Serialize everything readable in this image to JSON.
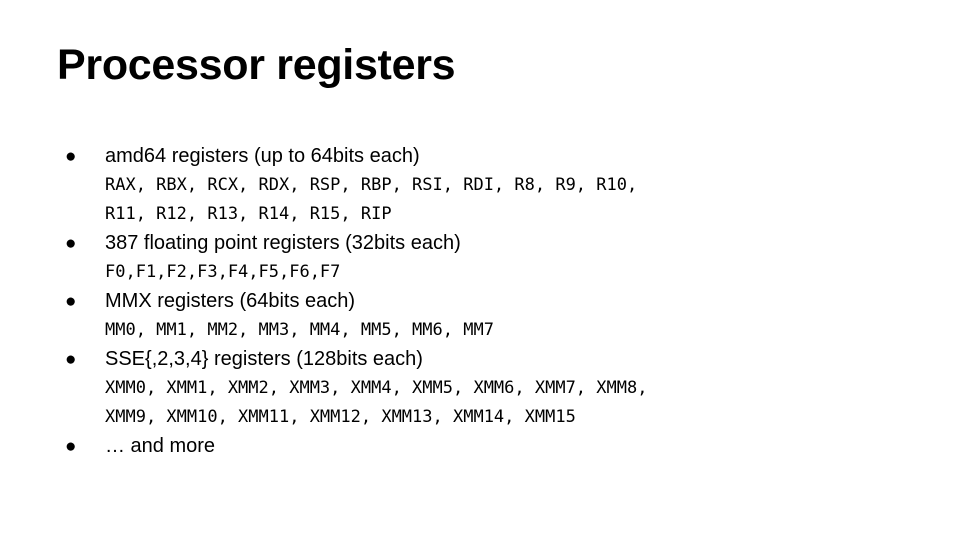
{
  "slide": {
    "title": "Processor registers",
    "background_color": "#ffffff",
    "text_color": "#000000",
    "bullet_glyph": "●",
    "bullets": [
      {
        "label": "amd64 registers (up to 64bits each)",
        "code_lines": [
          "RAX, RBX, RCX, RDX, RSP, RBP, RSI, RDI, R8, R9, R10,",
          "R11, R12, R13, R14, R15, RIP"
        ]
      },
      {
        "label": "387 floating point registers (32bits each)",
        "code_lines": [
          "F0,F1,F2,F3,F4,F5,F6,F7"
        ]
      },
      {
        "label": "MMX registers (64bits each)",
        "code_lines": [
          "MM0, MM1, MM2, MM3, MM4, MM5, MM6, MM7"
        ]
      },
      {
        "label": "SSE{,2,3,4} registers (128bits each)",
        "code_lines": [
          "XMM0, XMM1, XMM2, XMM3, XMM4, XMM5, XMM6, XMM7, XMM8,",
          "XMM9, XMM10, XMM11, XMM12, XMM13, XMM14, XMM15"
        ]
      },
      {
        "label": "… and more",
        "code_lines": []
      }
    ]
  }
}
